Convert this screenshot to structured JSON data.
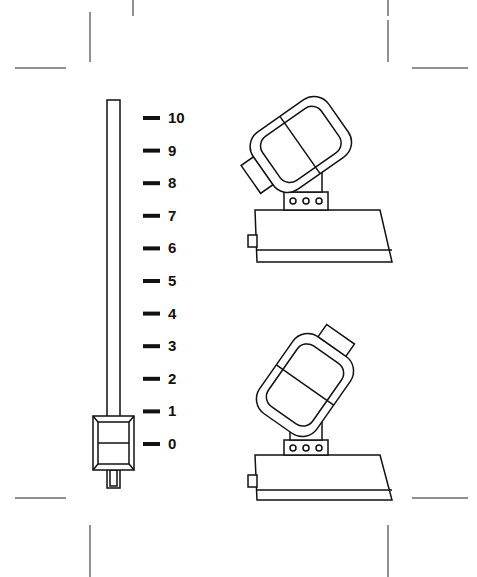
{
  "diagram": {
    "labels": [
      "10",
      "9",
      "8",
      "7",
      "6",
      "5",
      "4",
      "3",
      "2",
      "1",
      "0"
    ]
  }
}
